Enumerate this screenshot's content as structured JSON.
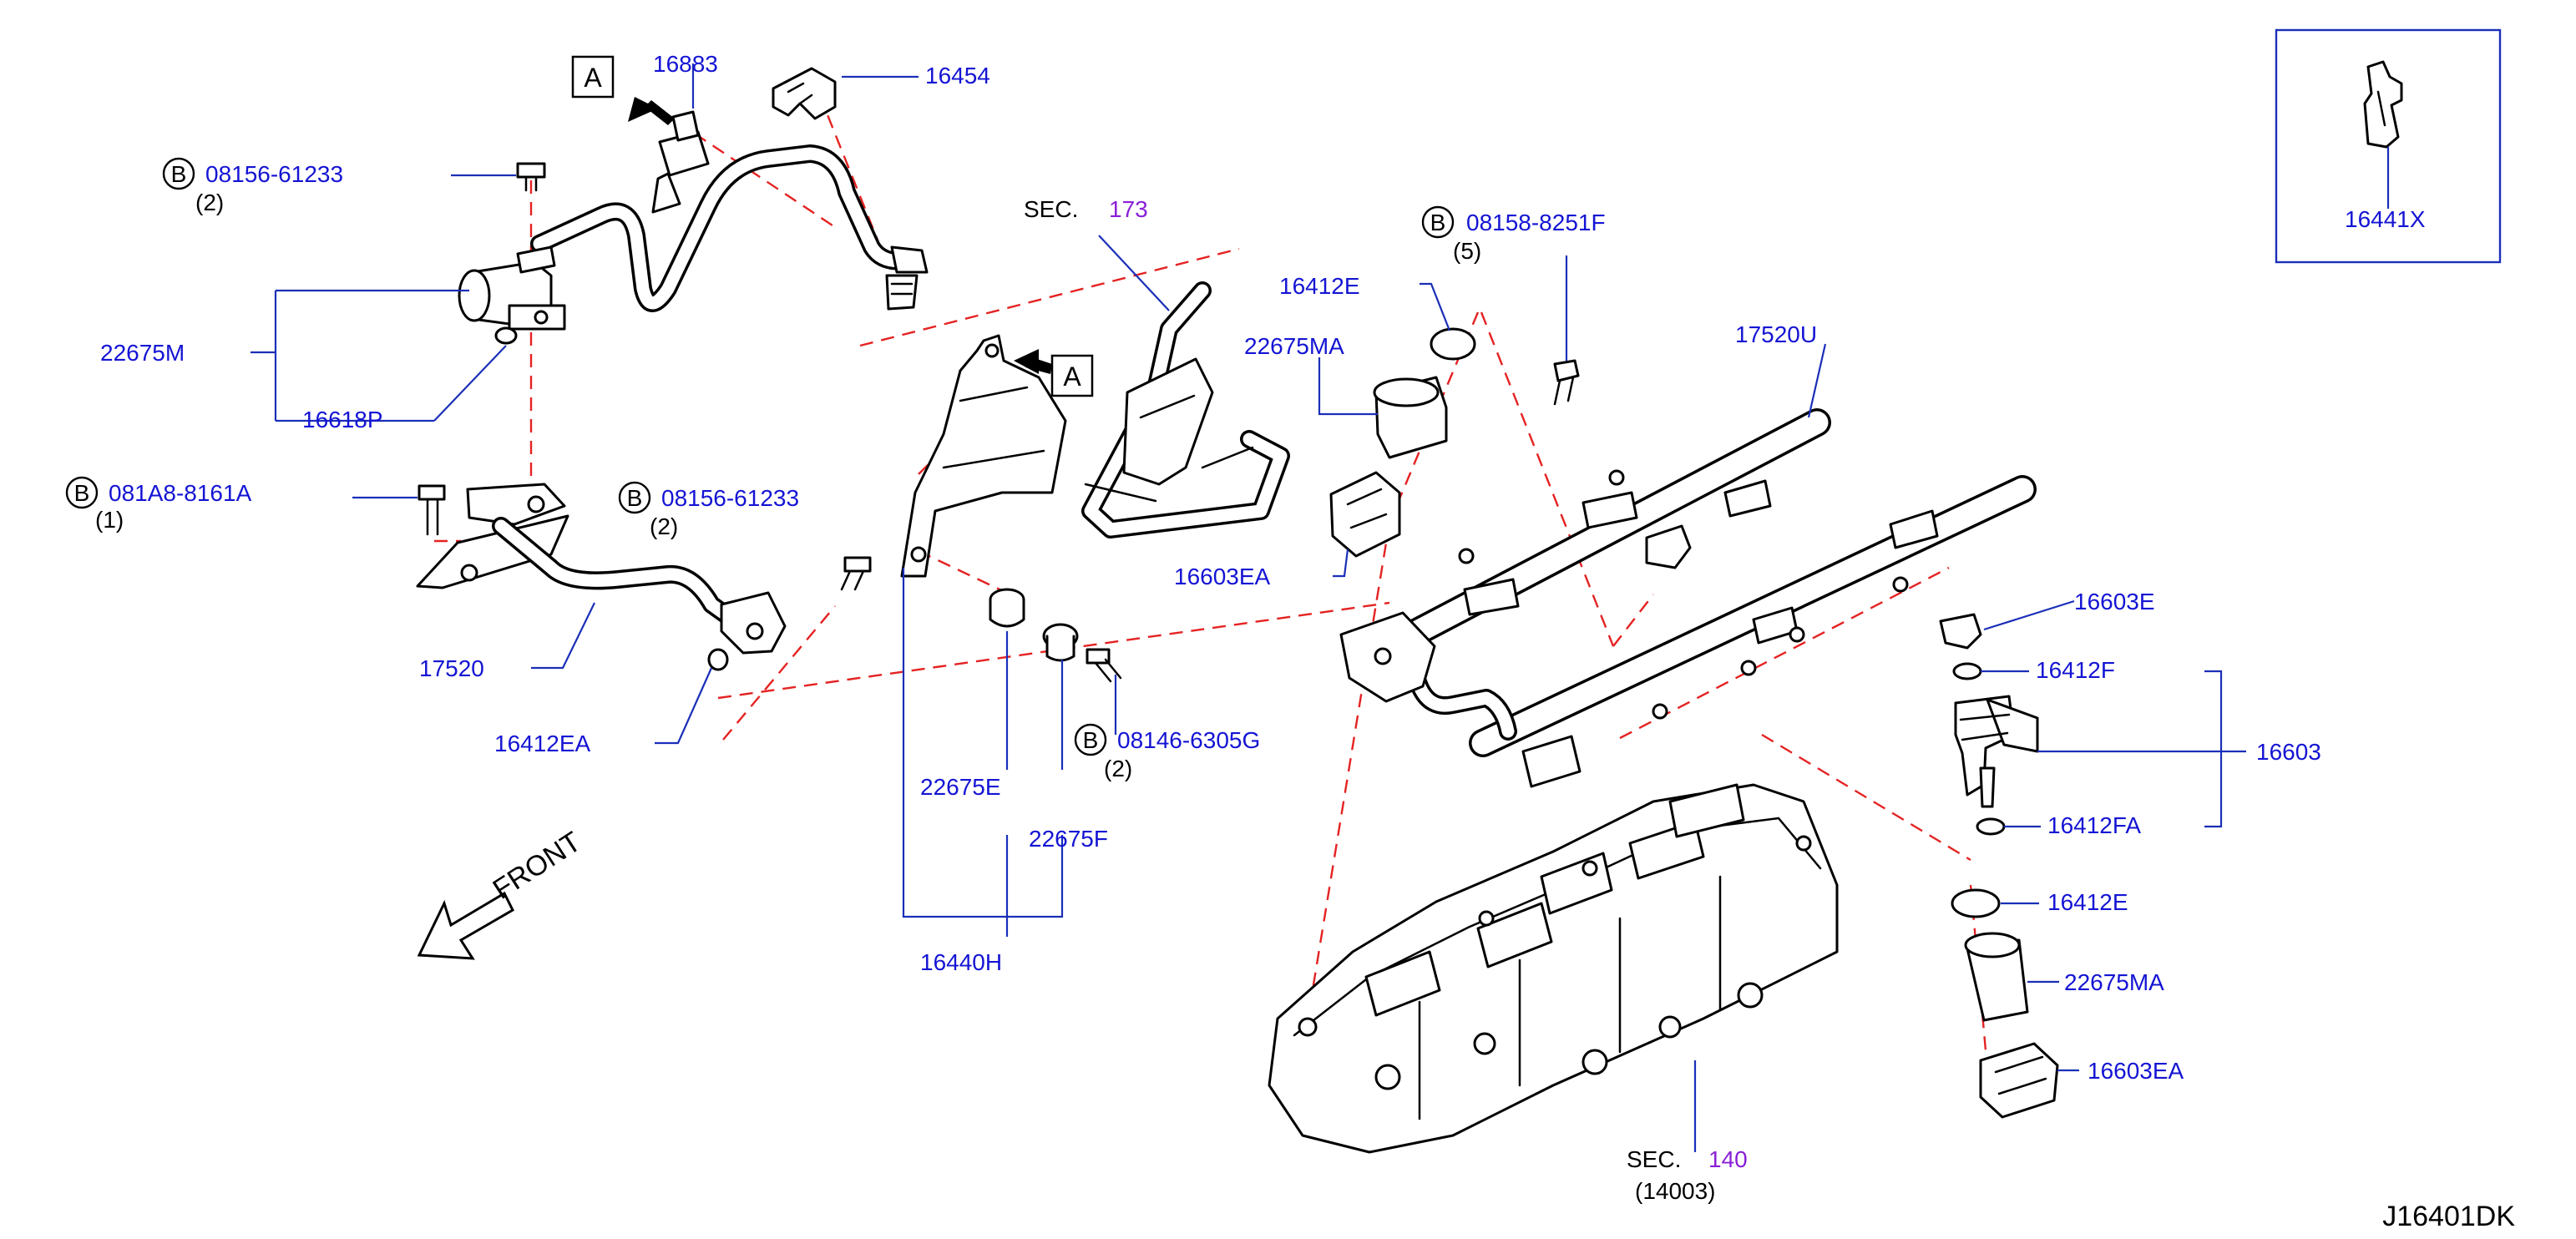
{
  "diagram": {
    "code": "J16401DK",
    "front_label": "FRONT",
    "view_marker": "A",
    "bolt_marker": "B",
    "sec_label": "SEC.",
    "sec_173": "173",
    "sec_140": "140",
    "sec_140_sub": "(14003)",
    "parts": {
      "p16883": "16883",
      "p16454": "16454",
      "b08156_a": "08156-61233",
      "b08156_a_qty": "(2)",
      "p22675M": "22675M",
      "p16618P": "16618P",
      "b081A8": "081A8-8161A",
      "b081A8_qty": "(1)",
      "b08156_b": "08156-61233",
      "b08156_b_qty": "(2)",
      "p17520": "17520",
      "p16412EA": "16412EA",
      "p16412E_top": "16412E",
      "p22675MA_top": "22675MA",
      "p16603EA_top": "16603EA",
      "b08158": "08158-8251F",
      "b08158_qty": "(5)",
      "p17520U": "17520U",
      "b08146": "08146-6305G",
      "b08146_qty": "(2)",
      "p22675E": "22675E",
      "p22675F": "22675F",
      "p16440H": "16440H",
      "p16603E": "16603E",
      "p16412F": "16412F",
      "p16603": "16603",
      "p16412FA": "16412FA",
      "p16412E_bot": "16412E",
      "p22675MA_bot": "22675MA",
      "p16603EA_bot": "16603EA",
      "p16441X": "16441X"
    }
  }
}
